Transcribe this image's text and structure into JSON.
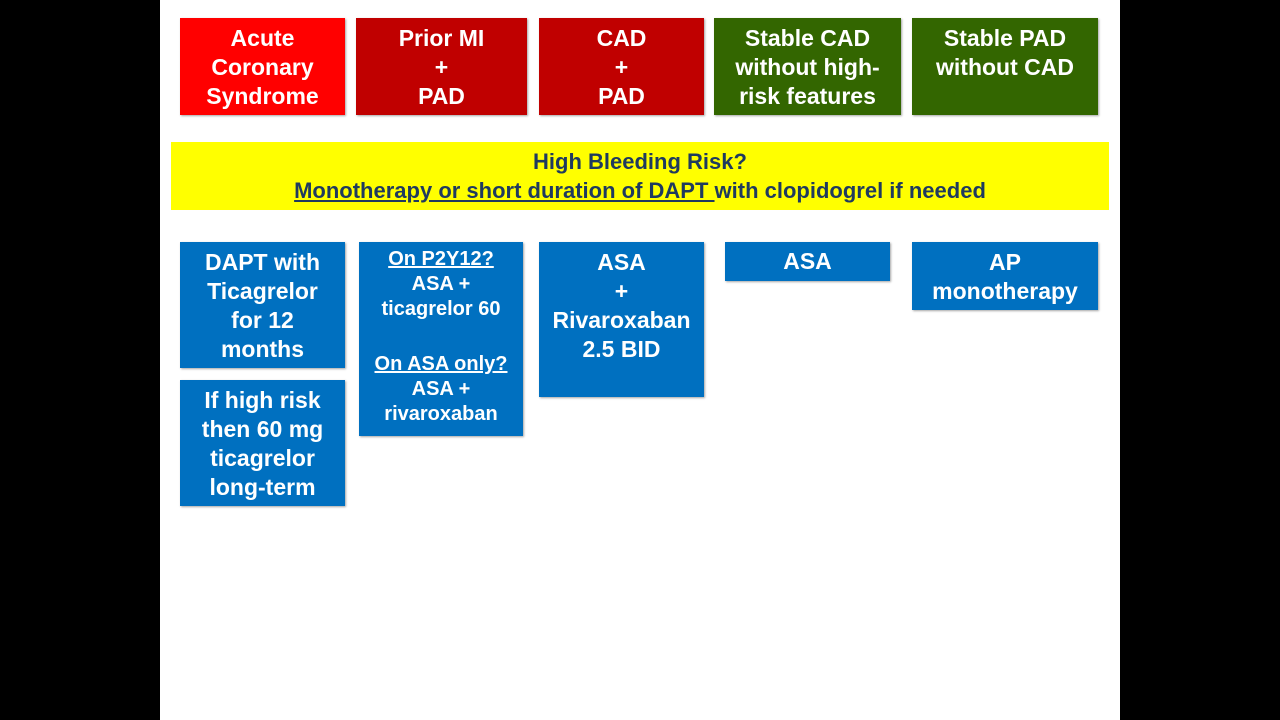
{
  "top_row": [
    {
      "lines": [
        "Acute",
        "Coronary",
        "Syndrome"
      ],
      "color": "#ff0000"
    },
    {
      "lines": [
        "Prior MI",
        "+",
        "PAD"
      ],
      "color": "#c00000"
    },
    {
      "lines": [
        "CAD",
        "+",
        "PAD"
      ],
      "color": "#c00000"
    },
    {
      "lines": [
        "Stable CAD",
        "without high-",
        "risk features"
      ],
      "color": "#336600"
    },
    {
      "lines": [
        "Stable PAD",
        "without CAD"
      ],
      "color": "#336600"
    }
  ],
  "banner": {
    "line1": "High Bleeding Risk?",
    "line2_underlined": "Monotherapy or short duration of DAPT ",
    "line2_rest": "with clopidogrel if needed",
    "color": "#ffff00"
  },
  "bottom_row": {
    "acs_1": [
      "DAPT with",
      "Ticagrelor",
      "for 12",
      "months"
    ],
    "acs_2": [
      "If high risk",
      "then 60 mg",
      "ticagrelor",
      "long-term"
    ],
    "mi_pad": {
      "q1": "On P2Y12?",
      "a1": [
        "ASA +",
        "ticagrelor 60"
      ],
      "q2": "On ASA only?",
      "a2": [
        "ASA +",
        "rivaroxaban"
      ]
    },
    "cad_pad": [
      "ASA",
      "+",
      "Rivaroxaban",
      "2.5 BID"
    ],
    "stable_cad": [
      "ASA"
    ],
    "stable_pad": [
      "AP",
      "monotherapy"
    ],
    "color": "#0070c0"
  }
}
